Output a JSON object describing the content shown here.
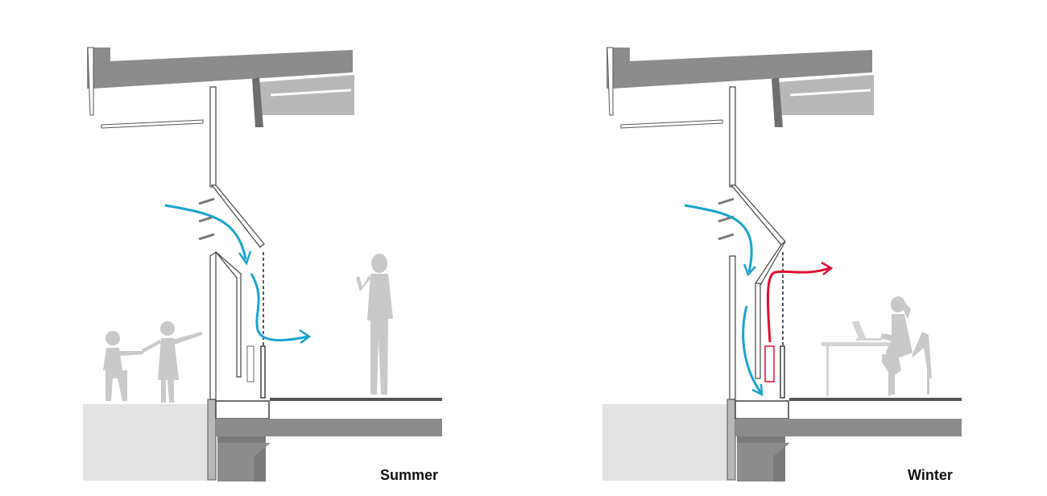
{
  "panels": [
    {
      "id": "summer",
      "label": "Summer",
      "airflow": "cooling"
    },
    {
      "id": "winter",
      "label": "Winter",
      "airflow": "cooling-and-heating"
    }
  ],
  "colors": {
    "background": "#ffffff",
    "structure_dark": "#8c8c8c",
    "structure_mid": "#a6a6a6",
    "structure_light": "#b8b8b8",
    "ground": "#e3e3e3",
    "silhouette": "#c9c9c9",
    "line": "#333333",
    "cool_air": "#1aa3d1",
    "warm_air": "#e0102f",
    "text": "#111111"
  },
  "icons": [
    "child-silhouette",
    "child-silhouette",
    "standing-person-silhouette",
    "seated-person-at-desk-silhouette",
    "laptop-silhouette"
  ]
}
